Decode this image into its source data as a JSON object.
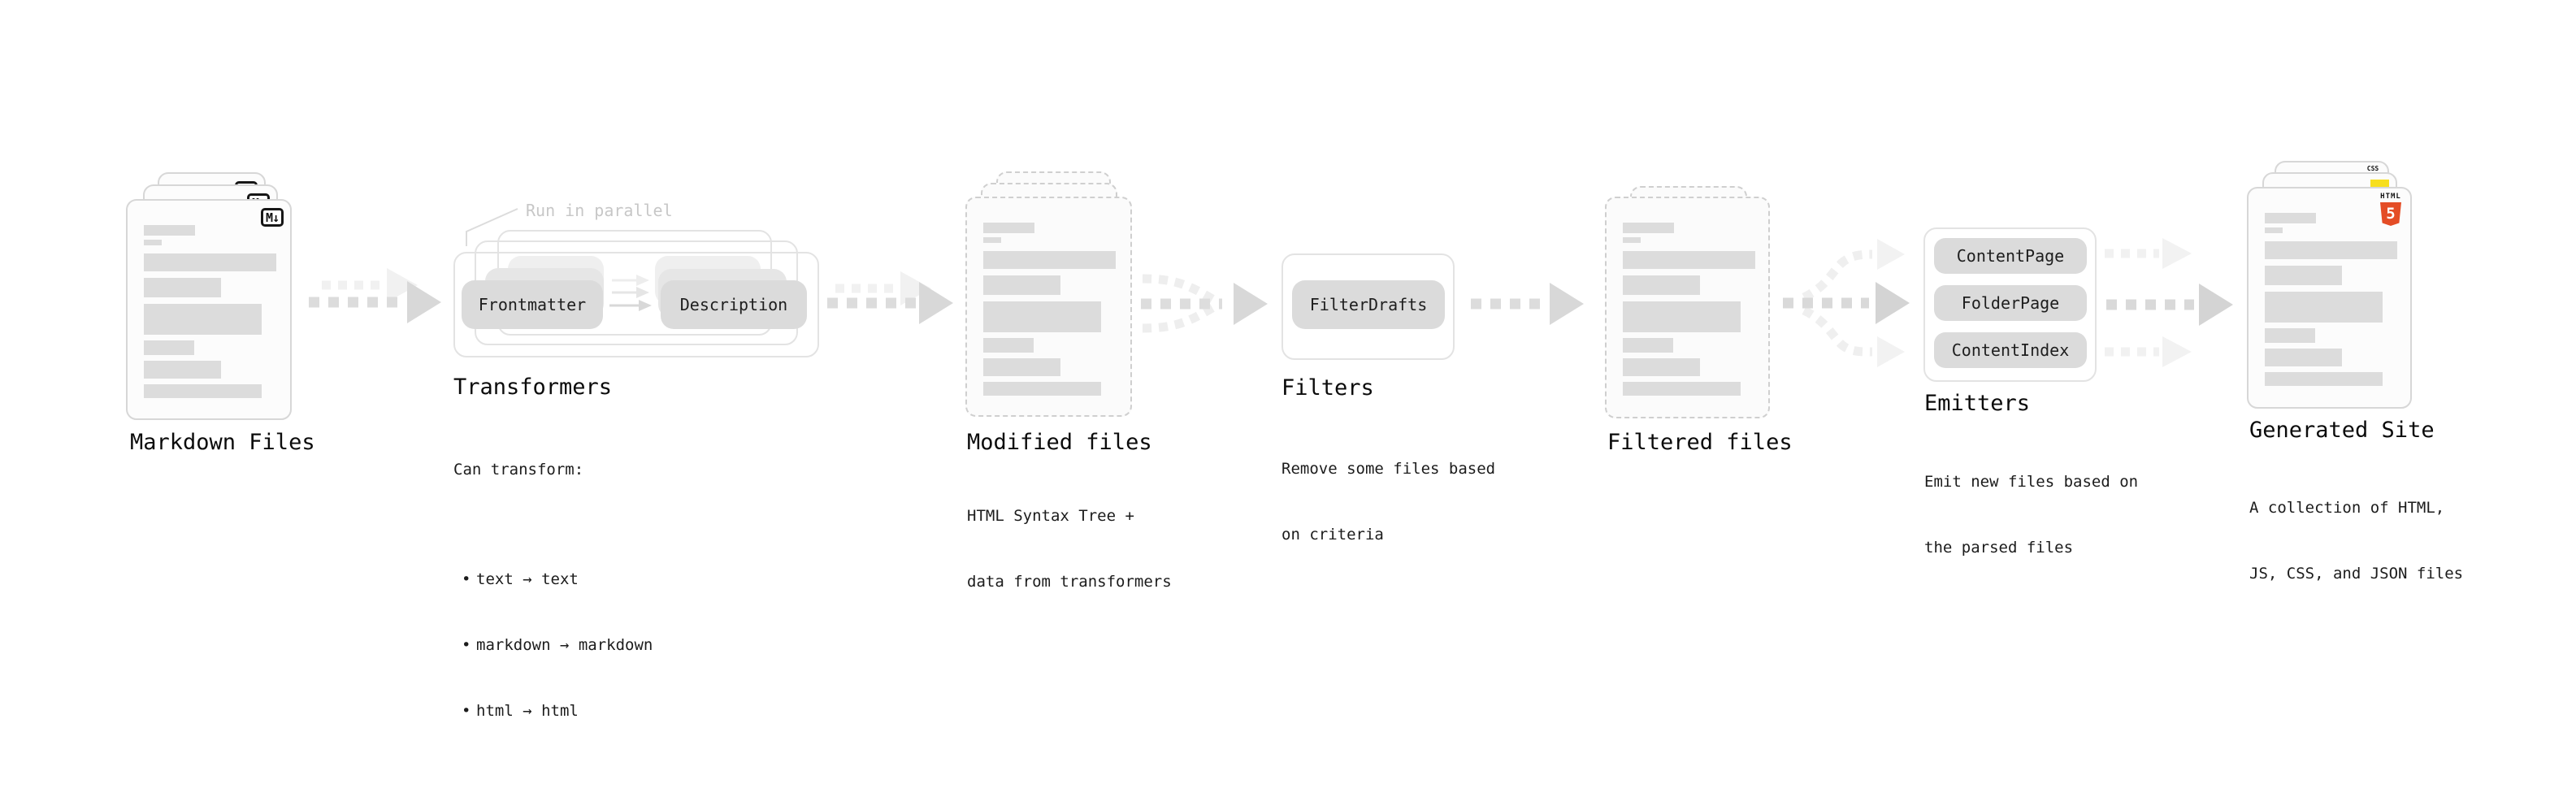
{
  "stages": {
    "markdown_files": {
      "title": "Markdown Files",
      "badge_label": "M↓"
    },
    "transformers": {
      "title": "Transformers",
      "annotation": "Run in parallel",
      "chips": [
        "Frontmatter",
        "Description"
      ],
      "note_heading": "Can transform:",
      "note_bullets": [
        "text → text",
        "markdown → markdown",
        "html → html"
      ]
    },
    "modified_files": {
      "title": "Modified files",
      "note_lines": [
        "HTML Syntax Tree +",
        "data from transformers"
      ]
    },
    "filters": {
      "title": "Filters",
      "chips": [
        "FilterDrafts"
      ],
      "note_lines": [
        "Remove some files based",
        "on criteria"
      ]
    },
    "filtered_files": {
      "title": "Filtered files"
    },
    "emitters": {
      "title": "Emitters",
      "chips": [
        "ContentPage",
        "FolderPage",
        "ContentIndex"
      ],
      "note_lines": [
        "Emit new files based on",
        "the parsed files"
      ]
    },
    "generated_site": {
      "title": "Generated Site",
      "note_lines": [
        "A collection of HTML,",
        "JS, CSS, and JSON files"
      ],
      "badges": {
        "html_label": "HTML",
        "html_number": "5",
        "css_label": "CSS"
      }
    }
  },
  "colors": {
    "html5_orange": "#E44D26",
    "js_yellow": "#F7DF1E",
    "css_blue": "#2962FF",
    "chip_gray": "#DBDBDB",
    "arrow_gray": "#D8D8D8",
    "arrow_light": "#F2F2F2",
    "annotation_gray": "#C7C7C7"
  }
}
